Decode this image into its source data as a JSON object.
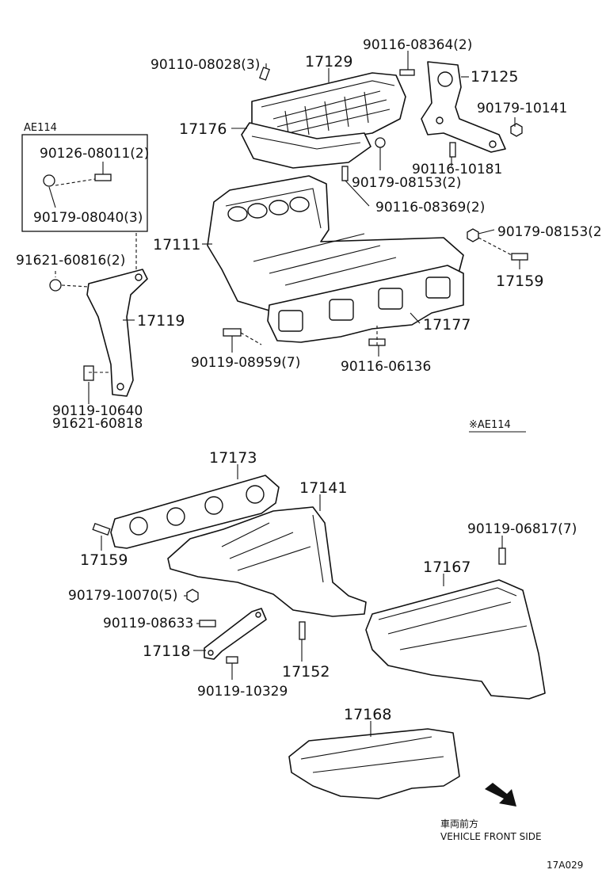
{
  "labels": {
    "p90116_08364": "90116-08364(2)",
    "p90110_08028": "90110-08028(3)",
    "p17129": "17129",
    "p17125": "17125",
    "p90179_10141": "90179-10141",
    "p17176": "17176",
    "p90116_10181": "90116-10181",
    "p90179_08153_a": "90179-08153(2)",
    "p90116_08369": "90116-08369(2)",
    "p90179_08153_b": "90179-08153(2",
    "p17111": "17111",
    "p17159_a": "17159",
    "p91621_60816": "91621-60816(2)",
    "p17119": "17119",
    "p17177": "17177",
    "p90119_08959": "90119-08959(7)",
    "p90116_06136": "90116-06136",
    "p90119_10640": "90119-10640",
    "p91621_60818": "91621-60818",
    "ae114_note": "※AE114",
    "p17173": "17173",
    "p17141": "17141",
    "p90119_06817": "90119-06817(7)",
    "p17159_b": "17159",
    "p17167": "17167",
    "p90179_10070": "90179-10070(5)",
    "p90119_08633": "90119-08633",
    "p17118": "17118",
    "p17152": "17152",
    "p90119_10329": "90119-10329",
    "p17168": "17168"
  },
  "inset": {
    "title": "AE114",
    "p90126_08011": "90126-08011(2)",
    "p90179_08040": "90179-08040(3)"
  },
  "direction": {
    "jp": "車両前方",
    "en": "VEHICLE FRONT SIDE"
  },
  "figure_id": "17A029"
}
